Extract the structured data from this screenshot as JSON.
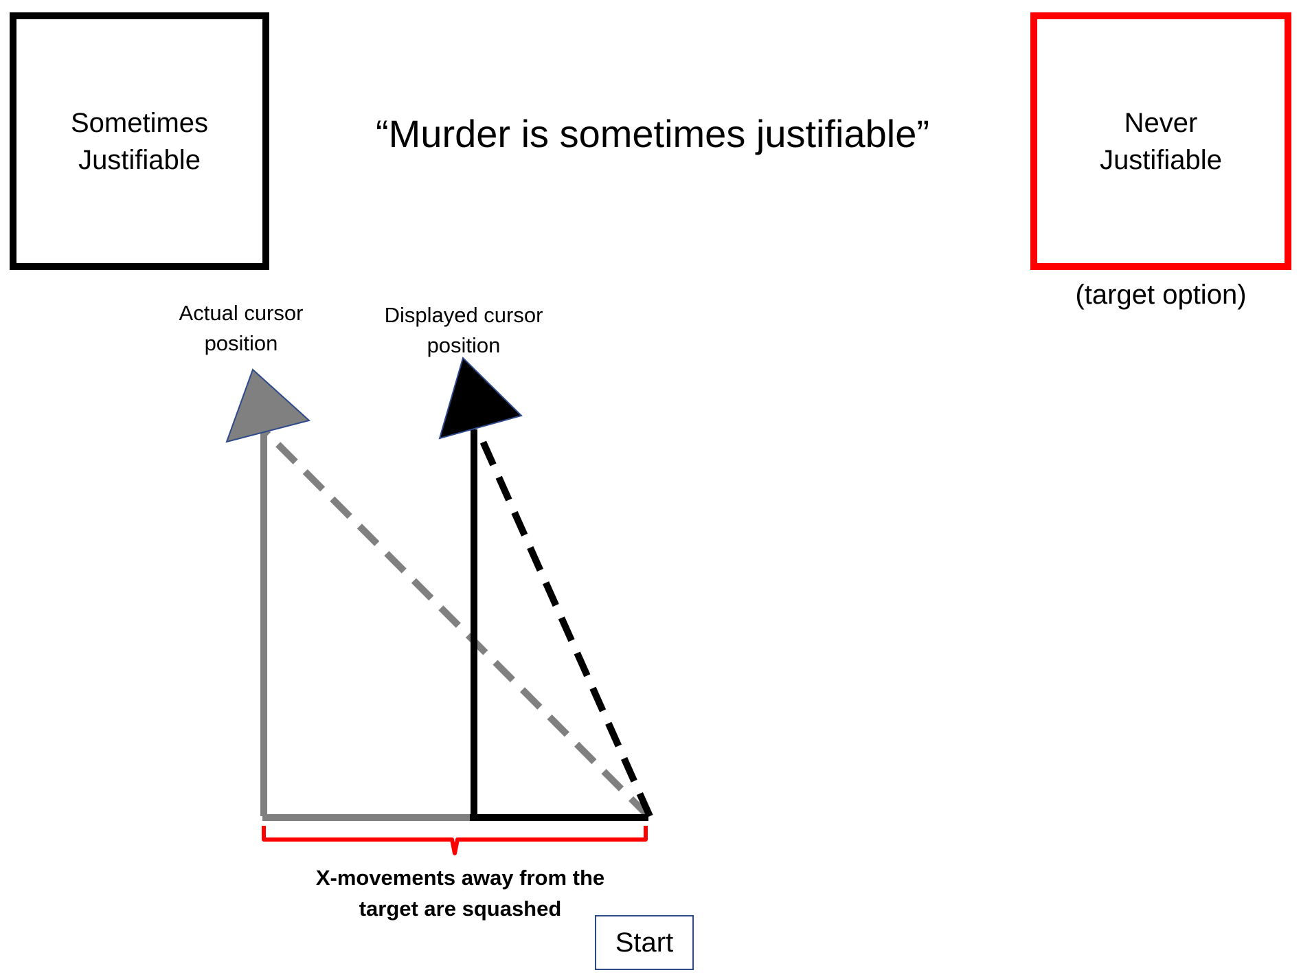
{
  "statement": "“Murder is sometimes justifiable”",
  "left_option": {
    "line1": "Sometimes",
    "line2": "Justifiable"
  },
  "right_option": {
    "line1": "Never",
    "line2": "Justifiable",
    "caption": "(target option)"
  },
  "cursors": {
    "actual": {
      "line1": "Actual cursor",
      "line2": "position",
      "color": "#808080"
    },
    "displayed": {
      "line1": "Displayed cursor",
      "line2": "position",
      "color": "#000000"
    }
  },
  "bracket": {
    "line1": "X-movements away from the",
    "line2": "target are squashed",
    "color": "#ff0000"
  },
  "start_button": {
    "label": "Start"
  },
  "colors": {
    "target_border": "#ff0000",
    "option_border": "#000000",
    "start_border": "#2f4a8a"
  }
}
